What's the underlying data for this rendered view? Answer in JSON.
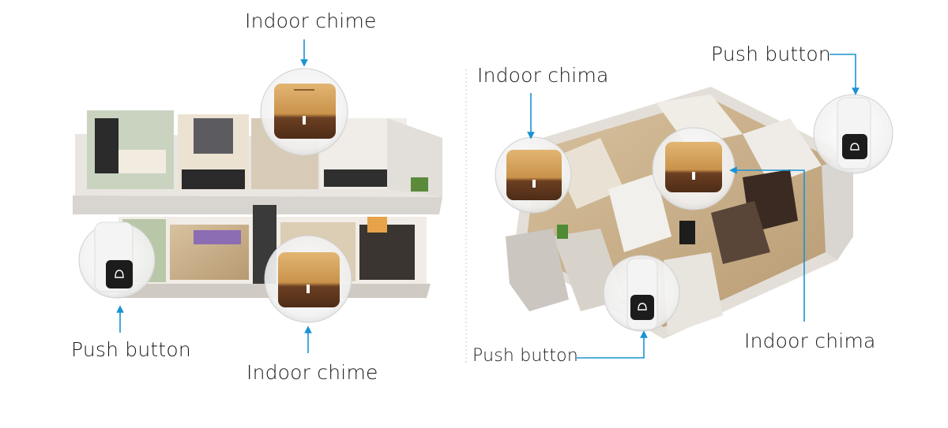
{
  "labels": {
    "left_top_chime": "Indoor chime",
    "left_push_button": "Push button",
    "left_bottom_chime": "Indoor chime",
    "right_chime_left": "Indoor chima",
    "right_push_button_top": "Push button",
    "right_push_button_bottom": "Push button",
    "right_chime_bottom": "Indoor chima"
  },
  "colors": {
    "arrow": "#1a93d3",
    "wood_light": "#d6a65e",
    "wood_dark": "#6b3f22",
    "wall": "#e7e4df",
    "floor": "#cdb38f",
    "button_body": "#f3f3f3",
    "button_face": "#1c1c1c"
  }
}
